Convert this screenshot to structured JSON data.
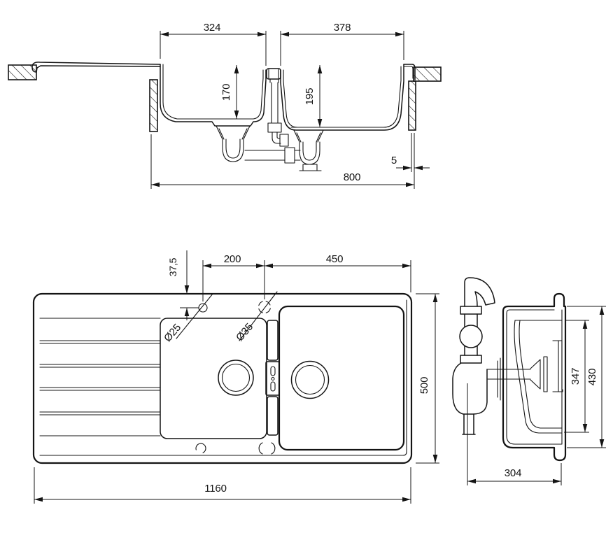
{
  "drawing": {
    "type": "technical-drawing",
    "subject": "double-bowl kitchen sink with drainer, three orthographic views",
    "colors": {
      "line": "#141414",
      "background": "#ffffff"
    },
    "dimensions": {
      "section": {
        "left_bowl_width": "324",
        "right_bowl_width": "378",
        "left_bowl_depth": "170",
        "right_bowl_depth": "195",
        "base_cabinet_width": "800",
        "edge_clearance": "5"
      },
      "plan": {
        "tap_hole_offset": "37,5",
        "tap_hole_spacing": "200",
        "right_bowl_span": "450",
        "tap_hole_small": "Ø25",
        "tap_hole_large": "Ø35",
        "overall_depth": "500",
        "overall_length": "1160"
      },
      "side": {
        "bowl_inner_height": "347",
        "overall_height": "430",
        "overall_depth": "304"
      }
    }
  }
}
